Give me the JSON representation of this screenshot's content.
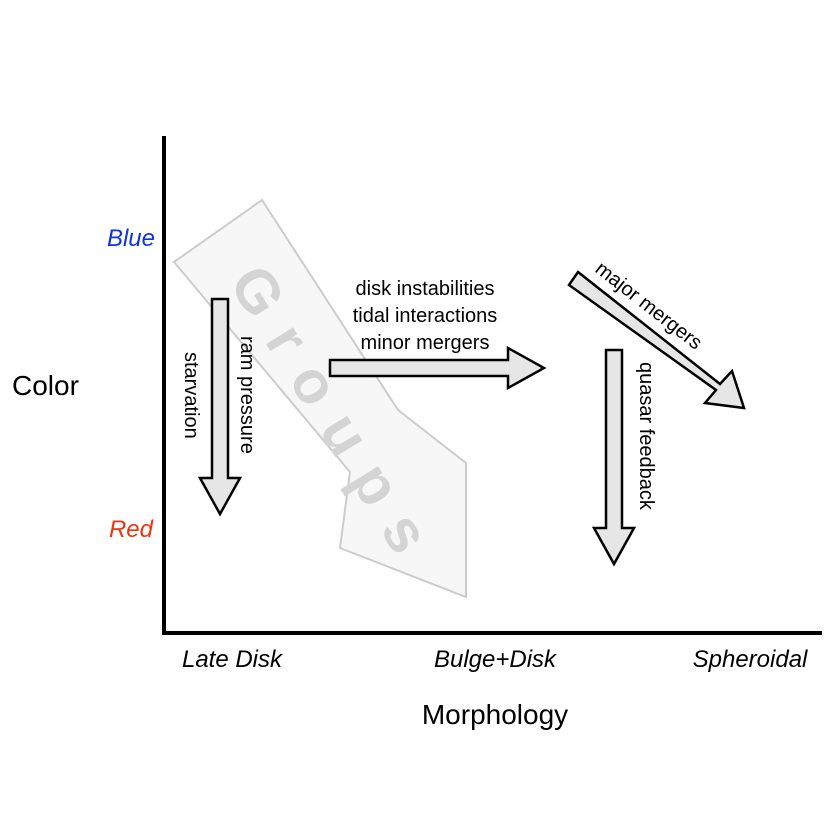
{
  "axes": {
    "y_title": "Color",
    "x_title": "Morphology",
    "y_ticks": [
      {
        "label": "Blue",
        "color": "#1133dd"
      },
      {
        "label": "Red",
        "color": "#ee3311"
      }
    ],
    "x_ticks": [
      "Late Disk",
      "Bulge+Disk",
      "Spheroidal"
    ]
  },
  "groups_arrow": {
    "label": "Groups"
  },
  "arrows": {
    "starvation": {
      "labels": [
        "starvation",
        "ram pressure"
      ]
    },
    "secular": {
      "labels": [
        "disk instabilities",
        "tidal interactions",
        "minor mergers"
      ]
    },
    "major_mergers": {
      "labels": [
        "major mergers"
      ]
    },
    "quasar": {
      "labels": [
        "quasar feedback"
      ]
    }
  }
}
